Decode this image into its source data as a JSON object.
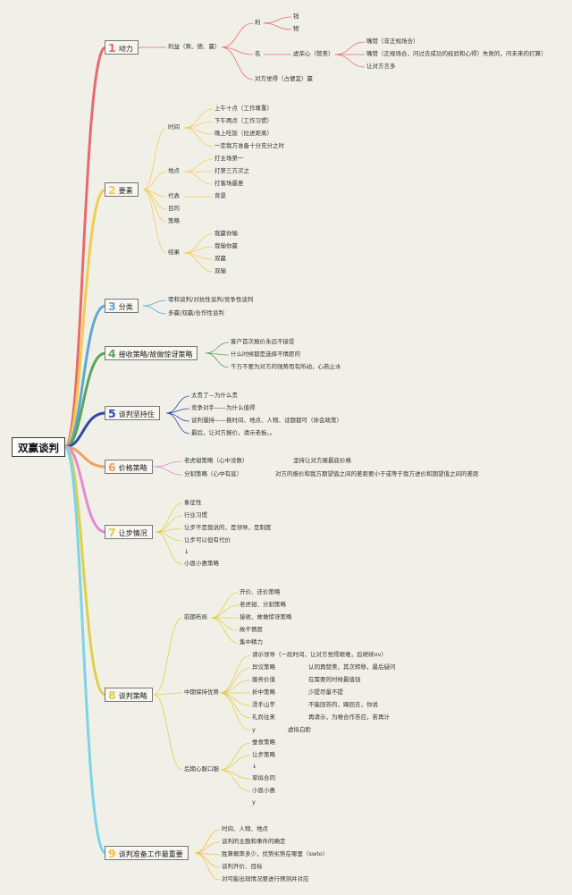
{
  "root": "双赢谈判",
  "colors": [
    "#e86a6e",
    "#f2cc52",
    "#5aa9d8",
    "#5aa55a",
    "#2e4aa8",
    "#f0a060",
    "#e38ad0",
    "#dfcf4a",
    "#f2c23a",
    "#7cd4e6"
  ],
  "topics": [
    {
      "num": "1",
      "title": "动力"
    },
    {
      "num": "2",
      "title": "要素"
    },
    {
      "num": "3",
      "title": "分类"
    },
    {
      "num": "4",
      "title": "接收策略/故做惊讶策略"
    },
    {
      "num": "5",
      "title": "谈判坚持住"
    },
    {
      "num": "6",
      "title": "价格策略"
    },
    {
      "num": "7",
      "title": "让步情况"
    },
    {
      "num": "8",
      "title": "谈判策略"
    },
    {
      "num": "9",
      "title": "谈判准备工作最重要"
    }
  ],
  "texts": {
    "t1_a": "利益（爽、德、赢）",
    "t1_b": "利",
    "t1_c": "钱",
    "t1_d": "物",
    "t1_e": "名",
    "t1_f": "虚荣心（赞美）",
    "t1_g": "嘴赞（非正规场合）",
    "t1_h": "嘴赞（正规场合，问过去成功的经验和心得）失败的，问未来的打算）",
    "t1_i": "让对方言多",
    "t1_j": "对方觉得（占便宜）赢",
    "t2_a": "时间",
    "t2_b": "上午十点（工作尊重）",
    "t2_c": "下午两点（工作习惯）",
    "t2_d": "晚上吃饭（拉进距离）",
    "t2_e": "一定我方准备十分充分之时",
    "t2_f": "地点",
    "t2_g": "打主场第一",
    "t2_h": "打第三方次之",
    "t2_i": "打客场最差",
    "t2_j": "代表",
    "t2_k": "背景",
    "t2_l": "目的",
    "t2_m": "策略",
    "t2_n": "结果",
    "t2_o": "我赢你输",
    "t2_p": "我输你赢",
    "t2_q": "双赢",
    "t2_r": "双输",
    "t3_a": "零和谈判/对抗性谈判/竞争性谈判",
    "t3_b": "多赢/双赢/合作性谈判",
    "t4_a": "客户首次报价永远不接受",
    "t4_b": "什么时候都是选择不情愿的",
    "t4_c": "千万不要为对方的强势而有所动，心若止水",
    "t5_a": "太贵了—为什么贵",
    "t5_b": "竞争对手——为什么值得",
    "t5_c": "谈判僵持——换时间、地点、人物、话题都可（休会政策）",
    "t5_d": "最后，让对方报价，请示老板。。",
    "t6_a": "老虎钳策略（心中没数）",
    "t6_b": "坚持让对方报最底价格",
    "t6_c": "分割策略（心中有底）",
    "t6_d": "对方的报价和我方期望值之间的差距要小于或等于我方进价和期望值之间的差距",
    "t7_a": "象征性",
    "t7_b": "行业习惯",
    "t7_c": "让步不是我说的，是领导，是制度",
    "t7_d": "让步可以但有代价",
    "t7_e": "↓",
    "t7_f": "小恩小惠策略",
    "t8_a": "前期布局",
    "t8_b": "开价、还价策略",
    "t8_c": "老虎钳、分割策略",
    "t8_d": "接收、故做惊讶策略",
    "t8_e": "故不情愿",
    "t8_f": "集中精力",
    "t8_g": "中期保持优势",
    "t8_h": "请示领导（一段时间，让对方觉得艰难，后继续ov）",
    "t8_i": "异议策略",
    "t8_j": "认同再赞美，其次转移，最后疑问",
    "t8_k": "服务价值",
    "t8_l": "在需要的时候最值钱",
    "t8_m": "折中策略",
    "t8_n": "少提尽量不提",
    "t8_o": "烫手山芋",
    "t8_p": "不能回答的，踢回去，你说",
    "t8_q": "礼尚往来",
    "t8_r": "再请示，为难合作答应，若再计",
    "t8_s": "y",
    "t8_t": "虚拟白脸",
    "t8_u": "后期心服口服",
    "t8_v": "蚕食策略",
    "t8_w": "让步策略",
    "t8_x": "↓",
    "t8_y": "草拟合同",
    "t8_z": "小恩小惠",
    "t8_za": "y",
    "t9_a": "时间、人物、地点",
    "t9_b": "谈判的主题和事件的确定",
    "t9_c": "胜算概率多少，优势劣势在哪里（swto）",
    "t9_d": "谈判开价、目标",
    "t9_e": "对可能出现情况要进行预测并对应"
  }
}
